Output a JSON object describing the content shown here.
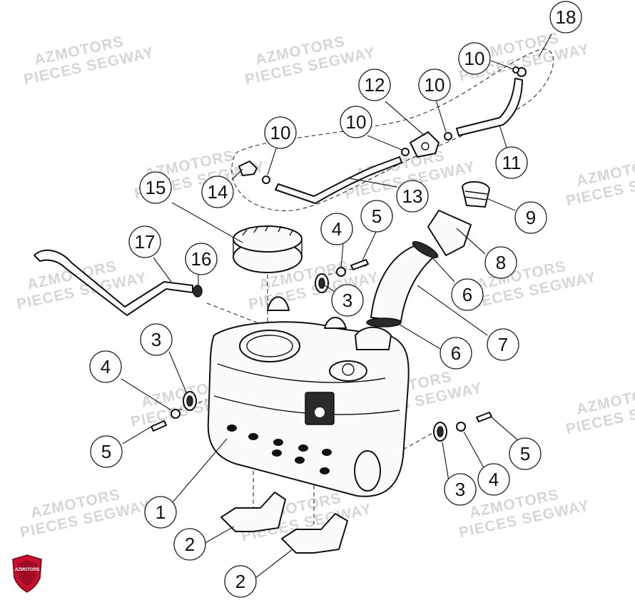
{
  "watermark": {
    "line1": "AZMOTORS",
    "line2": "PIECES SEGWAY"
  },
  "logo": {
    "text": "AZMOTORS",
    "color": "#c8102e"
  },
  "callouts": {
    "c1": "1",
    "c2a": "2",
    "c2b": "2",
    "c3a": "3",
    "c3b": "3",
    "c3c": "3",
    "c4a": "4",
    "c4b": "4",
    "c4c": "4",
    "c5a": "5",
    "c5b": "5",
    "c5c": "5",
    "c6a": "6",
    "c6b": "6",
    "c7": "7",
    "c8": "8",
    "c9": "9",
    "c10a": "10",
    "c10b": "10",
    "c10c": "10",
    "c10d": "10",
    "c11": "11",
    "c12": "12",
    "c13": "13",
    "c14": "14",
    "c15": "15",
    "c16": "16",
    "c17": "17",
    "c18": "18"
  }
}
